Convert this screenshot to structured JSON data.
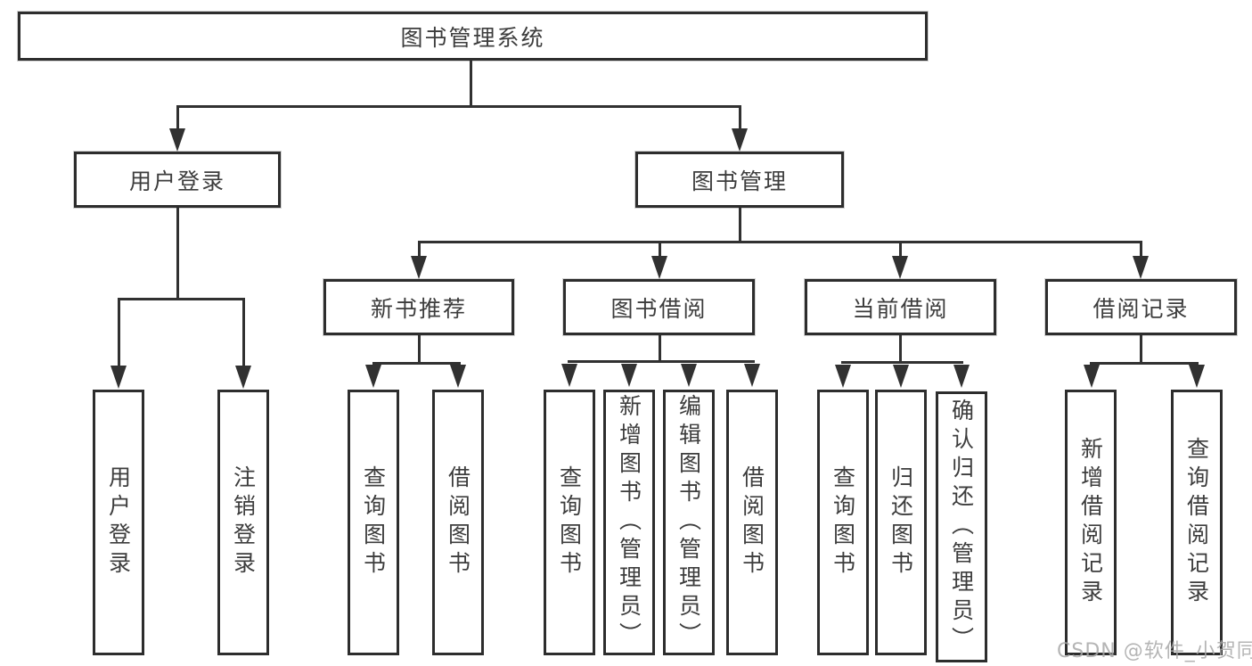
{
  "tree": {
    "label": "图书管理系统",
    "children": [
      {
        "label": "用户登录",
        "children": [
          {
            "label": "用户登录"
          },
          {
            "label": "注销登录"
          }
        ]
      },
      {
        "label": "图书管理",
        "children": [
          {
            "label": "新书推荐",
            "children": [
              {
                "label": "查询图书"
              },
              {
                "label": "借阅图书"
              }
            ]
          },
          {
            "label": "图书借阅",
            "children": [
              {
                "label": "查询图书"
              },
              {
                "label": "新增图书（管理员）"
              },
              {
                "label": "编辑图书（管理员）"
              },
              {
                "label": "借阅图书"
              }
            ]
          },
          {
            "label": "当前借阅",
            "children": [
              {
                "label": "查询图书"
              },
              {
                "label": "归还图书"
              },
              {
                "label": "确认归还（管理员）"
              }
            ]
          },
          {
            "label": "借阅记录",
            "children": [
              {
                "label": "新增借阅记录"
              },
              {
                "label": "查询借阅记录"
              }
            ]
          }
        ]
      }
    ]
  },
  "watermark": "CSDN @软件_小贺同学",
  "colors": {
    "line": "#313131",
    "box_border": "#2d2d2d",
    "text": "#3d3d3d",
    "watermark": "#a8a8a8",
    "background": "#ffffff"
  }
}
